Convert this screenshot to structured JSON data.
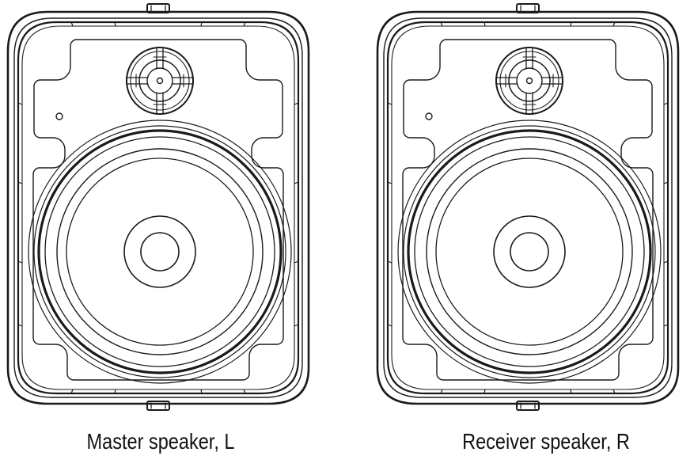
{
  "figure": {
    "colors": {
      "stroke": "#1a1a1a",
      "background": "#ffffff"
    },
    "speakers": [
      {
        "id": "left",
        "caption": "Master speaker, L"
      },
      {
        "id": "right",
        "caption": "Receiver speaker, R"
      }
    ]
  }
}
